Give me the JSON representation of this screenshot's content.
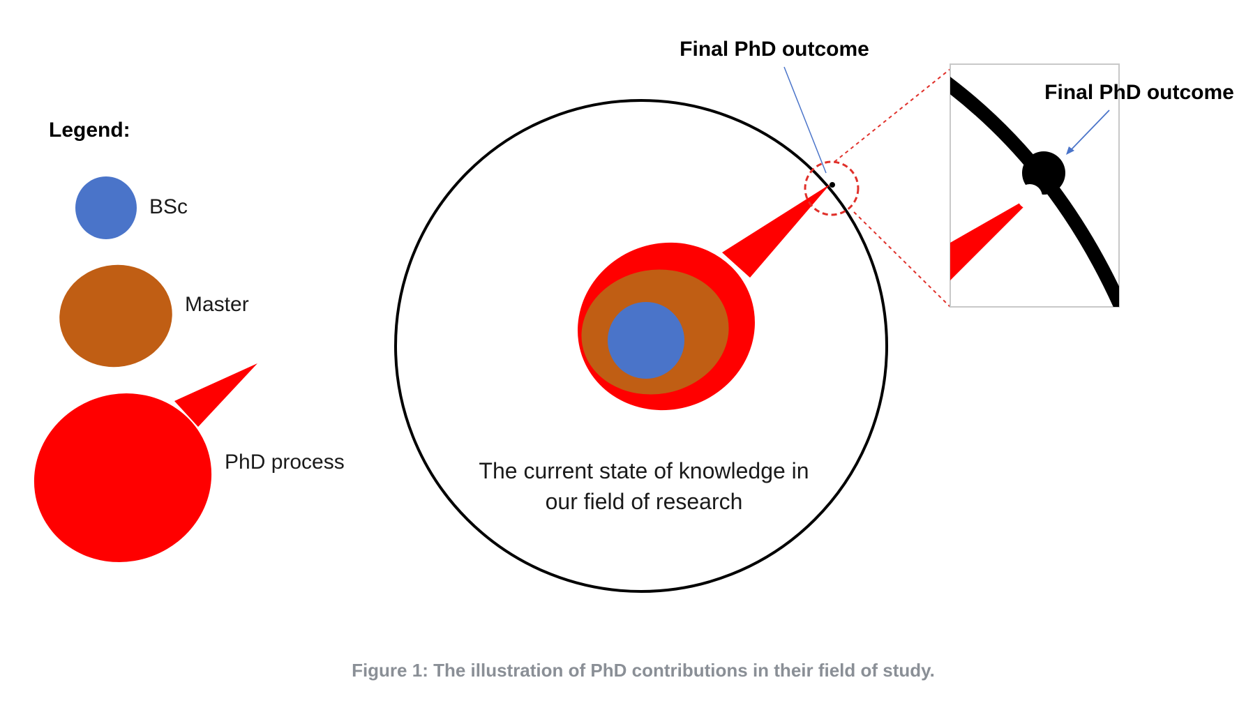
{
  "legend": {
    "title": "Legend:",
    "items": [
      {
        "label": "BSc",
        "color": "#4a74c9"
      },
      {
        "label": "Master",
        "color": "#c05e14"
      },
      {
        "label": "PhD process",
        "color": "#ff0000"
      }
    ]
  },
  "diagram": {
    "outcome_label": "Final PhD outcome",
    "circle_caption_line1": "The current state of knowledge in",
    "circle_caption_line2": "our field of research",
    "zoom": {
      "outcome_label": "Final PhD outcome"
    }
  },
  "caption": "Figure 1: The illustration of PhD contributions in their field of study."
}
